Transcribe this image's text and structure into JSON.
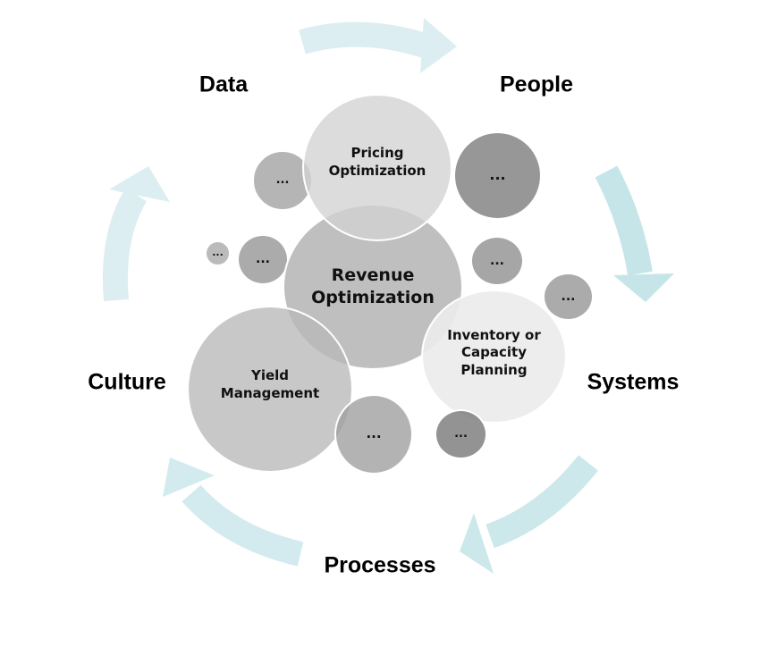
{
  "cycle_labels": {
    "data": "Data",
    "people": "People",
    "systems": "Systems",
    "processes": "Processes",
    "culture": "Culture"
  },
  "bubbles": {
    "pricing": "Pricing Optimization",
    "revenue": "Revenue Optimization",
    "yield": "Yield Management",
    "inventory": "Inventory or Capacity Planning",
    "placeholder": "..."
  },
  "colors": {
    "arrow_light": "#dcEEF1",
    "arrow_mid": "#c6e5e8",
    "bubble_light": "#d9d9d9",
    "bubble_dark": "#8c8c8c"
  }
}
